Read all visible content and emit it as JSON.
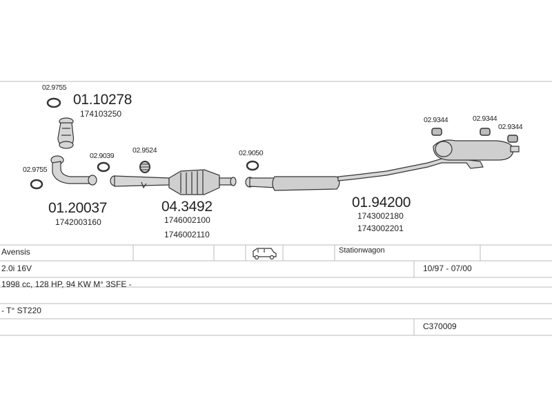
{
  "parts": {
    "gasket_a": "02.9755",
    "front_pipe_upper_code": "01.10278",
    "front_pipe_upper_oem": "174103250",
    "gasket_b": "02.9755",
    "gasket_c": "02.9039",
    "clamp_a": "02.9524",
    "front_pipe_code": "01.20037",
    "front_pipe_oem": "1742003160",
    "catalyst_code": "04.3492",
    "catalyst_oem_1": "1746002100",
    "catalyst_oem_2": "1746002110",
    "gasket_d": "02.9050",
    "rear_system_code": "01.94200",
    "rear_system_oem_1": "1743002180",
    "rear_system_oem_2": "1743002201",
    "hanger_a": "02.9344",
    "hanger_b": "02.9344",
    "hanger_c": "02.9344"
  },
  "vehicle": {
    "model": "Avensis",
    "body": "Stationwagon",
    "engine": "2.0i 16V",
    "years": "10/97 - 07/00",
    "specs": "1998 cc, 128 HP, 94 KW M° 3SFE -",
    "type": "- T° ST220",
    "ref": "C370009"
  },
  "icons": {
    "body_icon": "station-wagon-car-icon"
  },
  "colors": {
    "line": "#444444",
    "grid": "#bbbbbb",
    "part_fill": "#cfcfcf"
  }
}
